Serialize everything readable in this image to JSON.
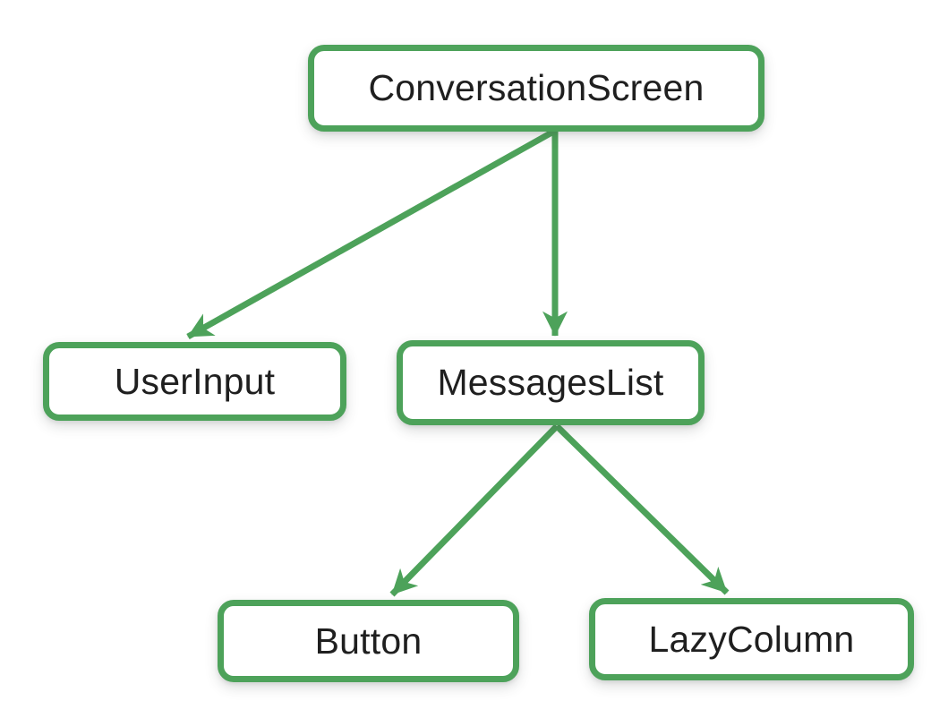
{
  "diagram": {
    "type": "component-tree",
    "accent_color": "#4DA25A",
    "text_color": "#1F1F1F",
    "background_color": "#FFFFFF",
    "nodes": [
      {
        "id": "conversation-screen",
        "label": "ConversationScreen"
      },
      {
        "id": "user-input",
        "label": "UserInput"
      },
      {
        "id": "messages-list",
        "label": "MessagesList"
      },
      {
        "id": "button",
        "label": "Button"
      },
      {
        "id": "lazy-column",
        "label": "LazyColumn"
      }
    ],
    "edges": [
      {
        "from": "ConversationScreen",
        "to": "UserInput"
      },
      {
        "from": "ConversationScreen",
        "to": "MessagesList"
      },
      {
        "from": "MessagesList",
        "to": "Button"
      },
      {
        "from": "MessagesList",
        "to": "LazyColumn"
      }
    ]
  }
}
